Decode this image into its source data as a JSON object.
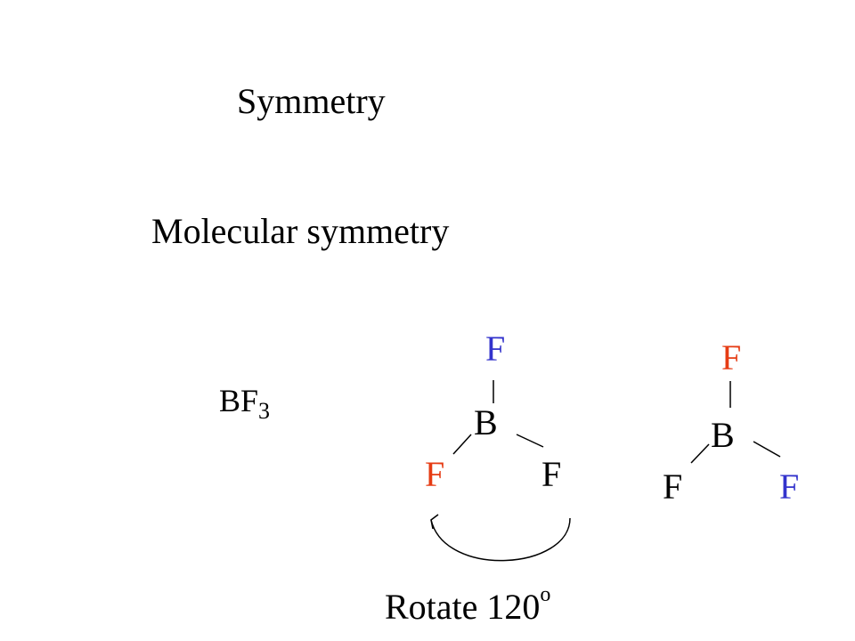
{
  "title": "Symmetry",
  "subtitle": "Molecular symmetry",
  "molecule": {
    "base": "BF",
    "subscript": "3"
  },
  "colors": {
    "blue": "#3333cc",
    "red": "#e63c14",
    "black": "#000000"
  },
  "structure_left": {
    "top_f": "F",
    "center_b": "B",
    "left_f": "F",
    "right_f": "F"
  },
  "structure_right": {
    "top_f": "F",
    "center_b": "B",
    "left_f": "F",
    "right_f": "F"
  },
  "rotation": {
    "label": "Rotate 120",
    "superscript": "o"
  }
}
